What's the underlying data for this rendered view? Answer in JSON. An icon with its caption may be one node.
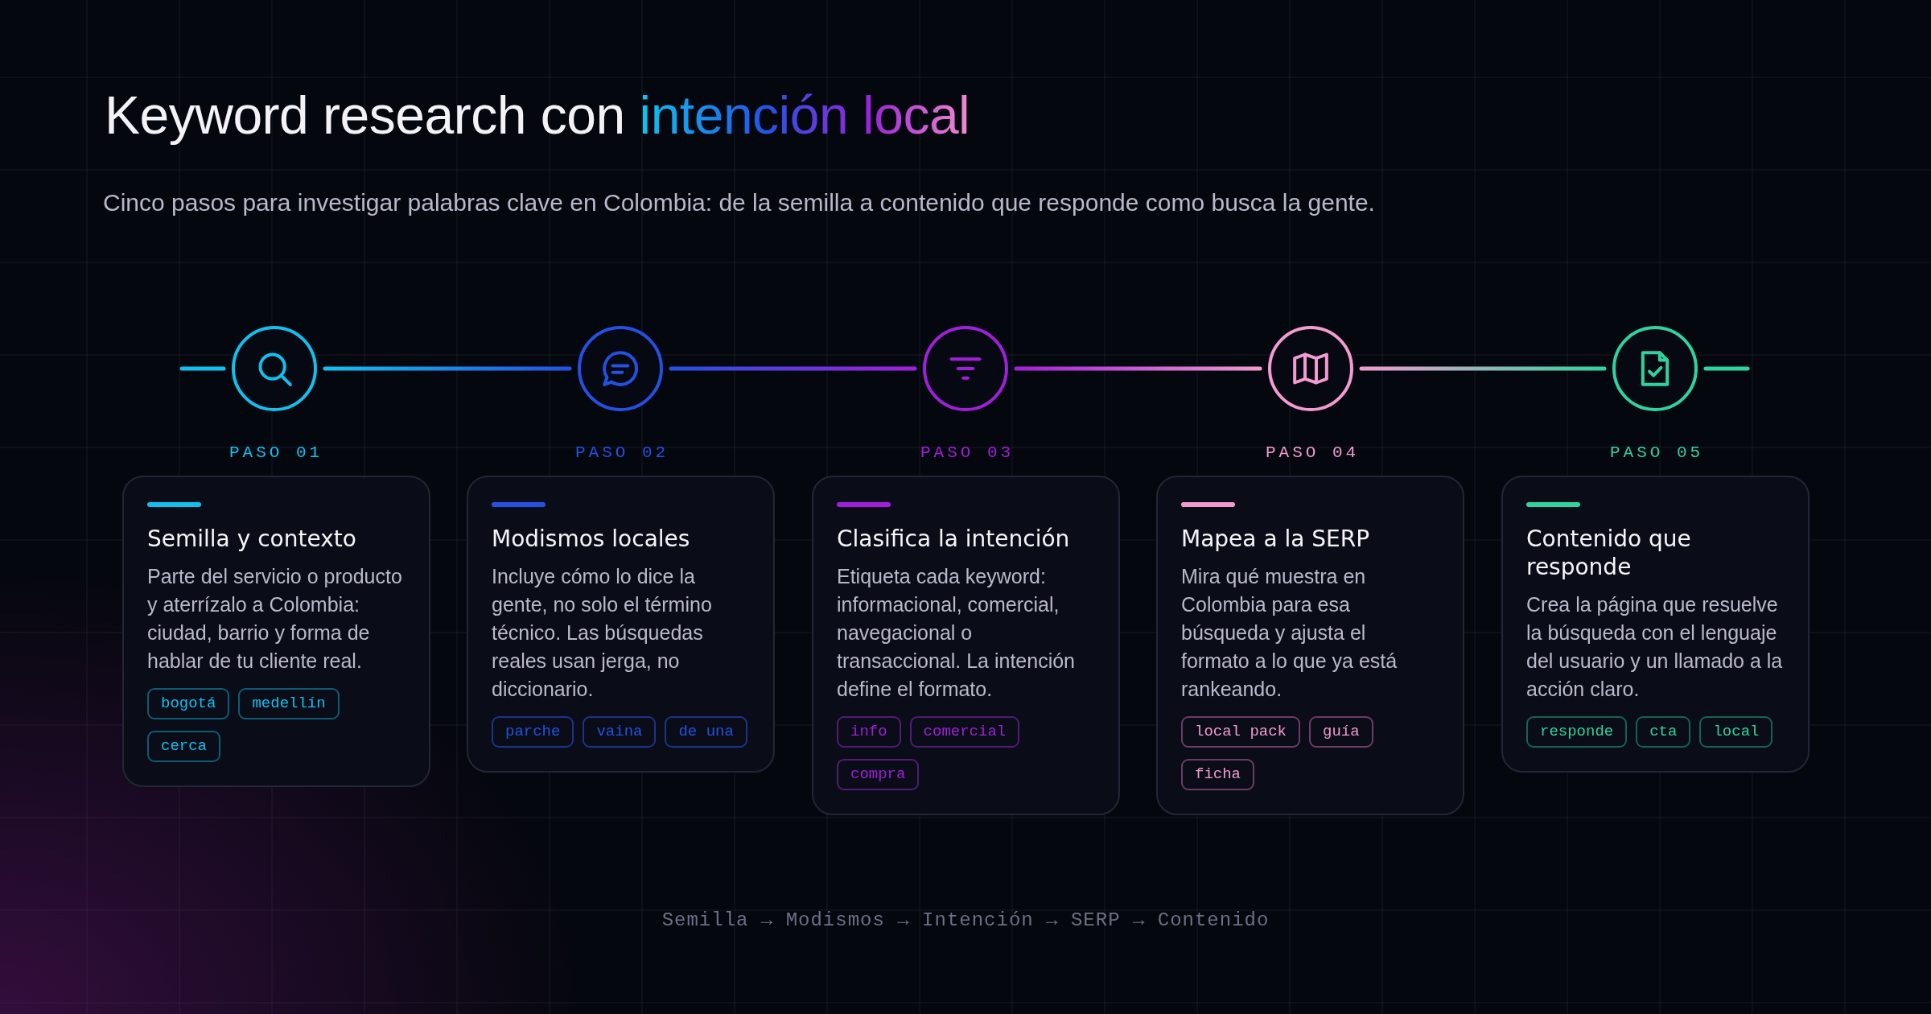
{
  "diagram": {
    "title": "Keyword research con intención local",
    "nodes": [
      {
        "text": [],
        "shape": "circle",
        "beside": [
          "PASO 01"
        ]
      },
      {
        "text": [],
        "shape": "circle",
        "beside": [
          "PASO 02"
        ]
      },
      {
        "text": [],
        "shape": "circle",
        "beside": [
          "PASO 03"
        ]
      },
      {
        "text": [],
        "shape": "circle",
        "beside": [
          "PASO 04"
        ]
      },
      {
        "text": [],
        "shape": "circle",
        "beside": [
          "PASO 05"
        ]
      },
      {
        "text": [
          "Semilla y contexto",
          "Parte del servicio o producto y aterrízalo a Colombia: ciudad, barrio y forma de hablar de tu cliente real."
        ]
      },
      {
        "text": [
          "bogotá"
        ],
        "in": 5
      },
      {
        "text": [
          "medellín"
        ],
        "in": 5
      },
      {
        "text": [
          "cerca"
        ],
        "in": 5
      },
      {
        "text": [
          "Modismos locales",
          "Incluye cómo lo dice la gente, no solo el término técnico. Las búsquedas reales usan jerga, no diccionario."
        ]
      },
      {
        "text": [
          "parche"
        ],
        "in": 9
      },
      {
        "text": [
          "vaina"
        ],
        "in": 9
      },
      {
        "text": [
          "de una"
        ],
        "in": 9
      },
      {
        "text": [
          "Clasifica la intención",
          "Etiqueta cada keyword: informacional, comercial, navegacional o transaccional. La intención define el formato."
        ]
      },
      {
        "text": [
          "info"
        ],
        "in": 13
      },
      {
        "text": [
          "comercial"
        ],
        "in": 13
      },
      {
        "text": [
          "compra"
        ],
        "in": 13
      },
      {
        "text": [
          "Mapea a la SERP",
          "Mira qué muestra en Colombia para esa búsqueda y ajusta el formato a lo que ya está rankeando."
        ]
      },
      {
        "text": [
          "local pack"
        ],
        "in": 17
      },
      {
        "text": [
          "guía"
        ],
        "in": 17
      },
      {
        "text": [
          "ficha"
        ],
        "in": 17
      },
      {
        "text": [
          "Contenido que responde",
          "Crea la página que resuelve la búsqueda con el lenguaje del usuario y un llamado a la acción claro."
        ]
      },
      {
        "text": [
          "responde"
        ],
        "in": 21
      },
      {
        "text": [
          "cta"
        ],
        "in": 21
      },
      {
        "text": [
          "local"
        ],
        "in": 21
      }
    ],
    "edges": [
      {
        "from": null,
        "to": 0,
        "arrow": "none"
      },
      {
        "from": 0,
        "to": 1,
        "arrow": "none"
      },
      {
        "from": 1,
        "to": 2,
        "arrow": "none"
      },
      {
        "from": 2,
        "to": 3,
        "arrow": "none"
      },
      {
        "from": 3,
        "to": 4,
        "arrow": "none"
      },
      {
        "from": 4,
        "to": null,
        "arrow": "none"
      }
    ],
    "labels": [
      "Cinco pasos para investigar palabras clave en Colombia: de la semilla a contenido que responde como busca la gente."
    ],
    "caption": "Semilla → Modismos → Intención → SERP → Contenido"
  }
}
